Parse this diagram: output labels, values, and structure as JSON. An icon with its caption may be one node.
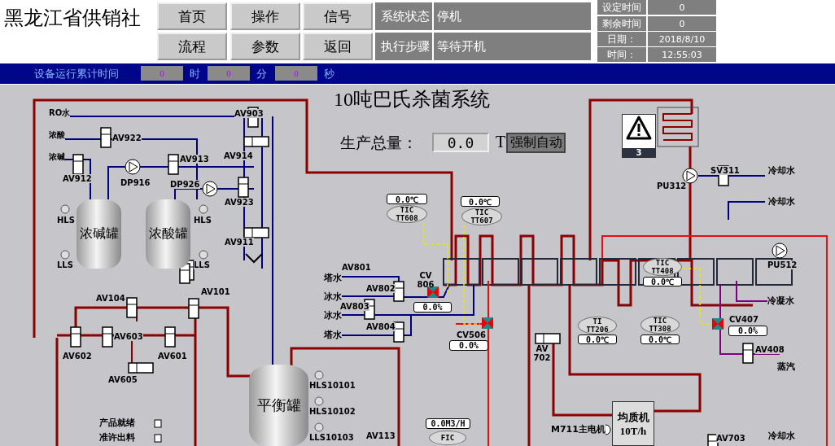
{
  "diagram": {
    "title": "10吨巴氏杀菌系统",
    "nodes": [
      {
        "text": [
          "首页"
        ]
      },
      {
        "text": [
          "操作"
        ]
      },
      {
        "text": [
          "信号"
        ]
      },
      {
        "text": [
          "流程"
        ]
      },
      {
        "text": [
          "参数"
        ]
      },
      {
        "text": [
          "返回"
        ]
      },
      {
        "text": [
          "系统状态"
        ]
      },
      {
        "text": [
          "停机"
        ]
      },
      {
        "text": [
          "执行步骤"
        ]
      },
      {
        "text": [
          "等待开机"
        ]
      },
      {
        "text": [
          "设定时间"
        ]
      },
      {
        "text": [
          "0"
        ]
      },
      {
        "text": [
          "剩余时间"
        ]
      },
      {
        "text": [
          "0"
        ]
      },
      {
        "text": [
          "日期："
        ]
      },
      {
        "text": [
          "2018/8/10"
        ]
      },
      {
        "text": [
          "时间："
        ]
      },
      {
        "text": [
          "12:55:03"
        ]
      },
      {
        "text": [
          "设备运行累计时间"
        ]
      },
      {
        "text": [
          "0"
        ],
        "in": 18,
        "beside": [
          "时"
        ]
      },
      {
        "text": [
          "0"
        ],
        "in": 18,
        "beside": [
          "分"
        ]
      },
      {
        "text": [
          "0"
        ],
        "in": 18,
        "beside": [
          "秒"
        ]
      },
      {
        "text": [
          "0.0"
        ],
        "beside": [
          "T"
        ]
      },
      {
        "text": [
          "强制自动"
        ]
      },
      {
        "text": [
          "浓碱罐"
        ]
      },
      {
        "text": [
          "浓酸罐"
        ]
      },
      {
        "text": [
          "平衡罐"
        ]
      },
      {
        "text": [
          "均质机 10T/h"
        ]
      },
      {
        "text": [
          "0.0℃"
        ]
      },
      {
        "text": [
          "TIC",
          "TT608"
        ]
      },
      {
        "text": [
          "0.0℃"
        ]
      },
      {
        "text": [
          "TIC",
          "TT607"
        ]
      },
      {
        "text": [
          "TIC",
          "TT408"
        ]
      },
      {
        "text": [
          "0.0℃"
        ]
      },
      {
        "text": [
          "TI",
          "TT206"
        ]
      },
      {
        "text": [
          "0.0℃"
        ]
      },
      {
        "text": [
          "TIC",
          "TT308"
        ]
      },
      {
        "text": [
          "0.0℃"
        ]
      },
      {
        "text": [
          "0.0%"
        ]
      },
      {
        "text": [
          "0.0%"
        ]
      },
      {
        "text": [
          "0.0%"
        ]
      },
      {
        "text": [
          "0.0M3/H"
        ]
      },
      {
        "text": [
          "FIC"
        ]
      },
      {
        "text": [
          "3"
        ]
      }
    ],
    "labels": [
      "黑龙江省供销社",
      "生产总量：",
      "RO水",
      "浓酸",
      "浓碱",
      "AV922",
      "AV912",
      "DP916",
      "AV913",
      "DP926",
      "AV903",
      "AV914",
      "AV923",
      "AV911",
      "HLS",
      "LLS",
      "HLS",
      "LLS",
      "AV104",
      "AV101",
      "AV602",
      "AV603",
      "AV601",
      "AV605",
      "产品就绪",
      "准许出料",
      "HLS10101",
      "HLS10102",
      "LLS10103",
      "AV113",
      "AV801",
      "塔水",
      "冰水",
      "AV802",
      "冰水",
      "AV803",
      "塔水",
      "AV804",
      "CV 806",
      "CV506",
      "AV 702",
      "M711主电机",
      "SV311",
      "冷却水",
      "PU312",
      "冷却水",
      "PU512",
      "冷凝水",
      "CV407",
      "AV408",
      "蒸汽",
      "AV703",
      "冷却水"
    ]
  }
}
